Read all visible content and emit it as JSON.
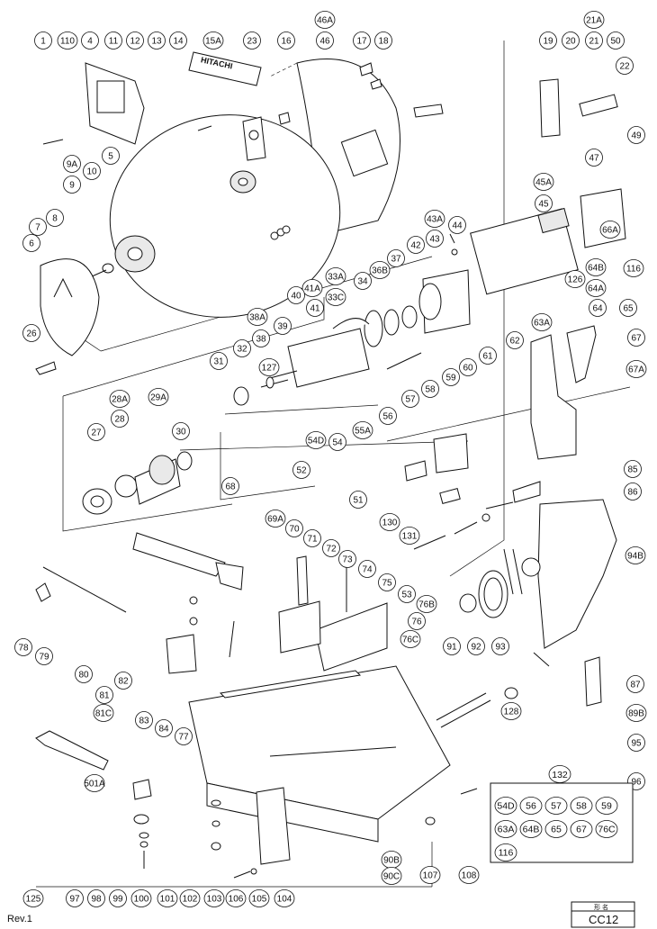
{
  "drawing": {
    "brand_text": "HITACHI",
    "revision": "Rev.1",
    "model_header": "形 名",
    "model": "CC12"
  },
  "parts": [
    {
      "id": "p1",
      "label": "1"
    },
    {
      "id": "p110",
      "label": "110"
    },
    {
      "id": "p4",
      "label": "4"
    },
    {
      "id": "p11",
      "label": "11"
    },
    {
      "id": "p12",
      "label": "12"
    },
    {
      "id": "p13",
      "label": "13"
    },
    {
      "id": "p14",
      "label": "14"
    },
    {
      "id": "p15A",
      "label": "15A"
    },
    {
      "id": "p23",
      "label": "23"
    },
    {
      "id": "p16",
      "label": "16"
    },
    {
      "id": "p46A",
      "label": "46A"
    },
    {
      "id": "p46",
      "label": "46"
    },
    {
      "id": "p17",
      "label": "17"
    },
    {
      "id": "p18",
      "label": "18"
    },
    {
      "id": "p21A",
      "label": "21A"
    },
    {
      "id": "p19",
      "label": "19"
    },
    {
      "id": "p20",
      "label": "20"
    },
    {
      "id": "p21",
      "label": "21"
    },
    {
      "id": "p50",
      "label": "50"
    },
    {
      "id": "p22",
      "label": "22"
    },
    {
      "id": "p49",
      "label": "49"
    },
    {
      "id": "p47",
      "label": "47"
    },
    {
      "id": "p45A",
      "label": "45A"
    },
    {
      "id": "p45",
      "label": "45"
    },
    {
      "id": "p66A",
      "label": "66A"
    },
    {
      "id": "p9A",
      "label": "9A"
    },
    {
      "id": "p9",
      "label": "9"
    },
    {
      "id": "p10",
      "label": "10"
    },
    {
      "id": "p5",
      "label": "5"
    },
    {
      "id": "p8",
      "label": "8"
    },
    {
      "id": "p7",
      "label": "7"
    },
    {
      "id": "p6",
      "label": "6"
    },
    {
      "id": "p26",
      "label": "26"
    },
    {
      "id": "p43A",
      "label": "43A"
    },
    {
      "id": "p43",
      "label": "43"
    },
    {
      "id": "p44",
      "label": "44"
    },
    {
      "id": "p42",
      "label": "42"
    },
    {
      "id": "p37",
      "label": "37"
    },
    {
      "id": "p36B",
      "label": "36B"
    },
    {
      "id": "p34",
      "label": "34"
    },
    {
      "id": "p33A",
      "label": "33A"
    },
    {
      "id": "p33C",
      "label": "33C"
    },
    {
      "id": "p41A",
      "label": "41A"
    },
    {
      "id": "p41",
      "label": "41"
    },
    {
      "id": "p40",
      "label": "40"
    },
    {
      "id": "p39",
      "label": "39"
    },
    {
      "id": "p38A",
      "label": "38A"
    },
    {
      "id": "p38",
      "label": "38"
    },
    {
      "id": "p64B",
      "label": "64B"
    },
    {
      "id": "p64A",
      "label": "64A"
    },
    {
      "id": "p126",
      "label": "126"
    },
    {
      "id": "p116",
      "label": "116"
    },
    {
      "id": "p63A",
      "label": "63A"
    },
    {
      "id": "p64",
      "label": "64"
    },
    {
      "id": "p65",
      "label": "65"
    },
    {
      "id": "p67",
      "label": "67"
    },
    {
      "id": "p67A",
      "label": "67A"
    },
    {
      "id": "p62",
      "label": "62"
    },
    {
      "id": "p61",
      "label": "61"
    },
    {
      "id": "p60",
      "label": "60"
    },
    {
      "id": "p59",
      "label": "59"
    },
    {
      "id": "p58",
      "label": "58"
    },
    {
      "id": "p57",
      "label": "57"
    },
    {
      "id": "p56",
      "label": "56"
    },
    {
      "id": "p55A",
      "label": "55A"
    },
    {
      "id": "p54D",
      "label": "54D"
    },
    {
      "id": "p54",
      "label": "54"
    },
    {
      "id": "p52",
      "label": "52"
    },
    {
      "id": "p51",
      "label": "51"
    },
    {
      "id": "p85",
      "label": "85"
    },
    {
      "id": "p86",
      "label": "86"
    },
    {
      "id": "p31",
      "label": "31"
    },
    {
      "id": "p32",
      "label": "32"
    },
    {
      "id": "p127",
      "label": "127"
    },
    {
      "id": "p28A",
      "label": "28A"
    },
    {
      "id": "p28",
      "label": "28"
    },
    {
      "id": "p29A",
      "label": "29A"
    },
    {
      "id": "p30",
      "label": "30"
    },
    {
      "id": "p27",
      "label": "27"
    },
    {
      "id": "p130",
      "label": "130"
    },
    {
      "id": "p131",
      "label": "131"
    },
    {
      "id": "p94B",
      "label": "94B"
    },
    {
      "id": "p68",
      "label": "68"
    },
    {
      "id": "p69A",
      "label": "69A"
    },
    {
      "id": "p70",
      "label": "70"
    },
    {
      "id": "p71",
      "label": "71"
    },
    {
      "id": "p72",
      "label": "72"
    },
    {
      "id": "p73",
      "label": "73"
    },
    {
      "id": "p74",
      "label": "74"
    },
    {
      "id": "p75",
      "label": "75"
    },
    {
      "id": "p53",
      "label": "53"
    },
    {
      "id": "p76B",
      "label": "76B"
    },
    {
      "id": "p76",
      "label": "76"
    },
    {
      "id": "p76C",
      "label": "76C"
    },
    {
      "id": "p91",
      "label": "91"
    },
    {
      "id": "p92",
      "label": "92"
    },
    {
      "id": "p93",
      "label": "93"
    },
    {
      "id": "p87",
      "label": "87"
    },
    {
      "id": "p89B",
      "label": "89B"
    },
    {
      "id": "p128",
      "label": "128"
    },
    {
      "id": "p95",
      "label": "95"
    },
    {
      "id": "p96",
      "label": "96"
    },
    {
      "id": "p78",
      "label": "78"
    },
    {
      "id": "p79",
      "label": "79"
    },
    {
      "id": "p80",
      "label": "80"
    },
    {
      "id": "p81",
      "label": "81"
    },
    {
      "id": "p81C",
      "label": "81C"
    },
    {
      "id": "p82",
      "label": "82"
    },
    {
      "id": "p83",
      "label": "83"
    },
    {
      "id": "p84",
      "label": "84"
    },
    {
      "id": "p77",
      "label": "77"
    },
    {
      "id": "p501A",
      "label": "501A"
    },
    {
      "id": "p90B",
      "label": "90B"
    },
    {
      "id": "p90C",
      "label": "90C"
    },
    {
      "id": "p107",
      "label": "107"
    },
    {
      "id": "p108",
      "label": "108"
    },
    {
      "id": "p125",
      "label": "125"
    },
    {
      "id": "p97",
      "label": "97"
    },
    {
      "id": "p98",
      "label": "98"
    },
    {
      "id": "p99",
      "label": "99"
    },
    {
      "id": "p100",
      "label": "100"
    },
    {
      "id": "p101",
      "label": "101"
    },
    {
      "id": "p102",
      "label": "102"
    },
    {
      "id": "p103",
      "label": "103"
    },
    {
      "id": "p106",
      "label": "106"
    },
    {
      "id": "p105",
      "label": "105"
    },
    {
      "id": "p104",
      "label": "104"
    }
  ],
  "kit": {
    "label": "132",
    "items": [
      "54D",
      "56",
      "57",
      "58",
      "59",
      "63A",
      "64B",
      "65",
      "67",
      "76C",
      "116"
    ]
  }
}
